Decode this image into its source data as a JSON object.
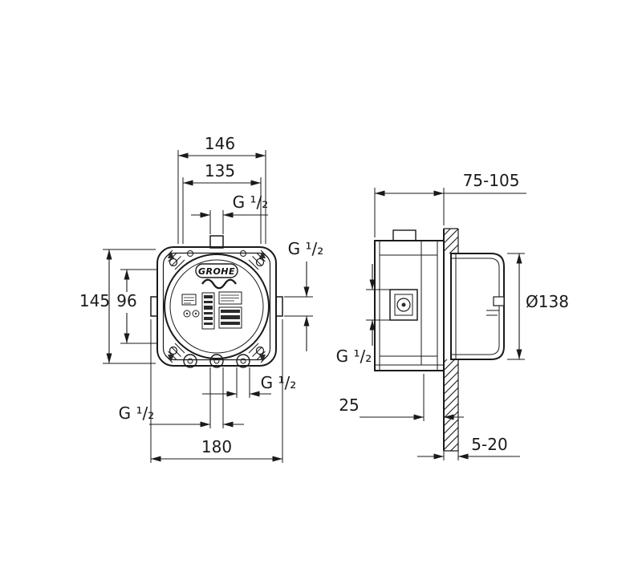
{
  "brand": "GROHE",
  "front_view": {
    "width_outer": "146",
    "width_inner": "135",
    "thread_top": "G ¹/₂",
    "thread_right": "G ¹/₂",
    "height_outer": "145",
    "height_inner": "96",
    "thread_bottom_right": "G ¹/₂",
    "thread_bottom_left": "G ¹/₂",
    "width_total": "180"
  },
  "side_view": {
    "install_depth_range": "75-105",
    "cover_diameter": "Ø138",
    "thread_side": "G ¹/₂",
    "box_depth": "25",
    "finish_thickness_range": "5-20"
  }
}
